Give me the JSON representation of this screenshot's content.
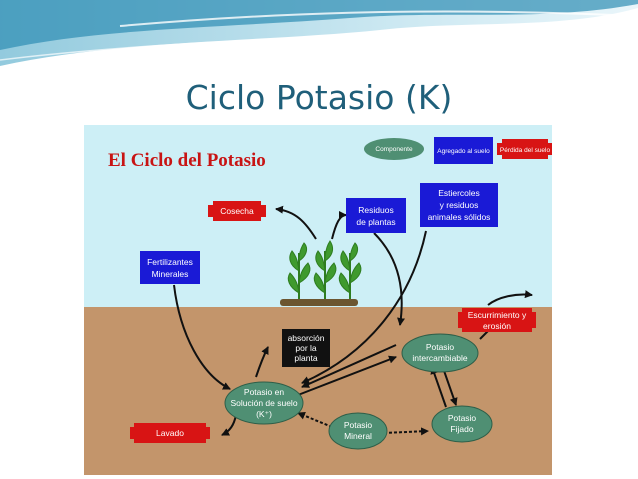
{
  "slide": {
    "title": "Ciclo Potasio (K)"
  },
  "figure": {
    "title": "El Ciclo del Potasio",
    "legend": {
      "component": "Componente",
      "added": "Agregado al suelo",
      "loss": "Pérdida del suelo"
    },
    "nodes": {
      "cosecha": "Cosecha",
      "residuos": [
        "Residuos",
        "de plantas"
      ],
      "estiercoles": [
        "Estiercoles",
        "y residuos",
        "animales sólidos"
      ],
      "fertilizantes": [
        "Fertilizantes",
        "Minerales"
      ],
      "escurrimiento": [
        "Escurrimiento y",
        "erosión"
      ],
      "absorcion": [
        "absorción",
        "por la",
        "planta"
      ],
      "intercambiable": [
        "Potasio",
        "intercambiable"
      ],
      "solucion": [
        "Potasio en",
        "Solución de suelo",
        "(K⁺)"
      ],
      "mineral": [
        "Potasio",
        "Mineral"
      ],
      "fijado": [
        "Potasio",
        "Fijado"
      ],
      "lavado": "Lavado"
    },
    "colors": {
      "sky": "#cdeff6",
      "soil": "#c3956b",
      "component": "#4f8f73",
      "added": "#1a1ad6",
      "loss": "#d81414",
      "text_title": "#c81414"
    }
  }
}
